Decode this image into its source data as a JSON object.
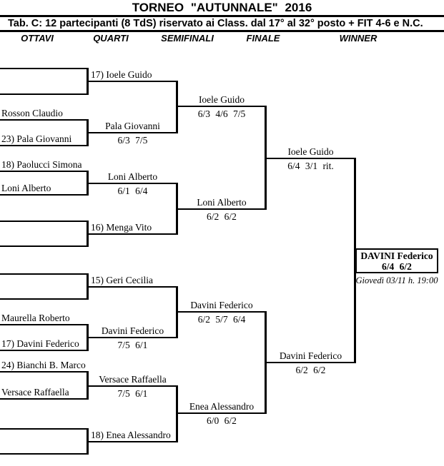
{
  "header": {
    "title": "TORNEO \"AUTUNNALE\" 2016",
    "subtitle": "Tab. C: 12 partecipanti (8 TdS) riservato ai Class. dal 17° al 32° posto + FIT 4-6 e N.C.",
    "columns": [
      "OTTAVI",
      "QUARTI",
      "SEMIFINALI",
      "FINALE",
      "WINNER"
    ]
  },
  "bracket": {
    "round_of_16": [
      "Rosson Claudio",
      "23) Pala Giovanni",
      "18) Paolucci Simona",
      "Loni Alberto",
      "Maurella Roberto",
      "17) Davini Federico",
      "24) Bianchi B. Marco",
      "Versace Raffaella"
    ],
    "quarterfinals": [
      {
        "player": "17) Ioele Guido",
        "score": ""
      },
      {
        "player": "Pala Giovanni",
        "score": "6/3 7/5"
      },
      {
        "player": "Loni Alberto",
        "score": "6/1 6/4"
      },
      {
        "player": "16) Menga Vito",
        "score": ""
      },
      {
        "player": "15) Geri Cecilia",
        "score": ""
      },
      {
        "player": "Davini Federico",
        "score": "7/5 6/1"
      },
      {
        "player": "Versace Raffaella",
        "score": "7/5 6/1"
      },
      {
        "player": "18) Enea Alessandro",
        "score": ""
      }
    ],
    "semifinals": [
      {
        "player": "Ioele Guido",
        "score": "6/3 4/6 7/5"
      },
      {
        "player": "Loni Alberto",
        "score": "6/2 6/2"
      },
      {
        "player": "Davini Federico",
        "score": "6/2 5/7 6/4"
      },
      {
        "player": "Enea Alessandro",
        "score": "6/0 6/2"
      }
    ],
    "final": [
      {
        "player": "Ioele Guido",
        "score": "6/4 3/1 rit."
      },
      {
        "player": "Davini Federico",
        "score": "6/2 6/2"
      }
    ],
    "winner": {
      "player": "DAVINI Federico",
      "score": "6/4 6/2",
      "schedule": "Giovedì 03/11 h. 19:00"
    }
  },
  "colors": {
    "ink": "#000000",
    "background": "#ffffff"
  }
}
